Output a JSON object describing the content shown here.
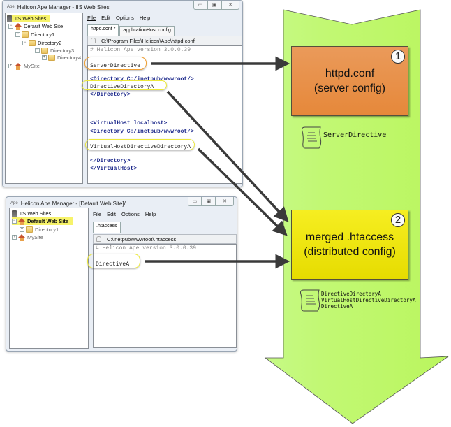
{
  "window_top": {
    "title": "Helicon Ape Manager - IIS Web Sites",
    "app_icon": "Ape",
    "controls": [
      "minimize",
      "maximize",
      "close"
    ],
    "tree": [
      {
        "label": "IIS Web Sites",
        "icon": "server-icon",
        "highlighted": true
      },
      {
        "label": "Default Web Site",
        "icon": "house-icon"
      },
      {
        "label": "Directory1",
        "icon": "folder-icon"
      },
      {
        "label": "Directory2",
        "icon": "folder-icon"
      },
      {
        "label": "Directory3",
        "icon": "folder-icon"
      },
      {
        "label": "Directory4",
        "icon": "folder-icon"
      },
      {
        "label": "MySite",
        "icon": "house-icon"
      }
    ],
    "menu": [
      "File",
      "Edit",
      "Options",
      "Help"
    ],
    "tabs": [
      "httpd.conf *",
      "applicationHost.config"
    ],
    "path": "C:\\Program Files\\Helicon\\Ape\\httpd.conf",
    "code": [
      "# Helicon Ape version 3.0.0.39",
      "ServerDirective",
      "<Directory C:/inetpub/wwwroot/>",
      "DirectiveDirectoryA",
      "</Directory>",
      "<VirtualHost localhost>",
      "<Directory C:/inetpub/wwwroot/>",
      "VirtualHostDirectiveDirectoryA",
      "</Directory>",
      "</VirtualHost>"
    ]
  },
  "window_bottom": {
    "title": "Helicon Ape Manager - [Default Web Site]/",
    "app_icon": "Ape",
    "controls": [
      "minimize",
      "maximize",
      "close"
    ],
    "tree": [
      {
        "label": "IIS Web Sites",
        "icon": "server-icon"
      },
      {
        "label": "Default Web Site",
        "icon": "house-icon",
        "highlighted": true
      },
      {
        "label": "Directory1",
        "icon": "folder-icon"
      },
      {
        "label": "MySite",
        "icon": "house-icon"
      }
    ],
    "menu": [
      "File",
      "Edit",
      "Options",
      "Help"
    ],
    "tabs": [
      ".htaccess"
    ],
    "path": "C:\\inetpub\\wwwroot\\.htaccess",
    "code": [
      "# Helicon Ape version 3.0.0.39",
      "DirectiveA"
    ]
  },
  "flow": {
    "arrow_color": "#c0f86a",
    "step1": {
      "number": "1",
      "line1": "httpd.conf",
      "line2": "(server config)",
      "color": "#e88d43"
    },
    "step1_directives": [
      "ServerDirective"
    ],
    "step2": {
      "number": "2",
      "line1": "merged .htaccess",
      "line2": "(distributed config)",
      "color": "#f2ea12"
    },
    "step2_directives": [
      "DirectiveDirectoryA",
      "VirtualHostDirectiveDirectoryA",
      "DirectiveA"
    ]
  }
}
